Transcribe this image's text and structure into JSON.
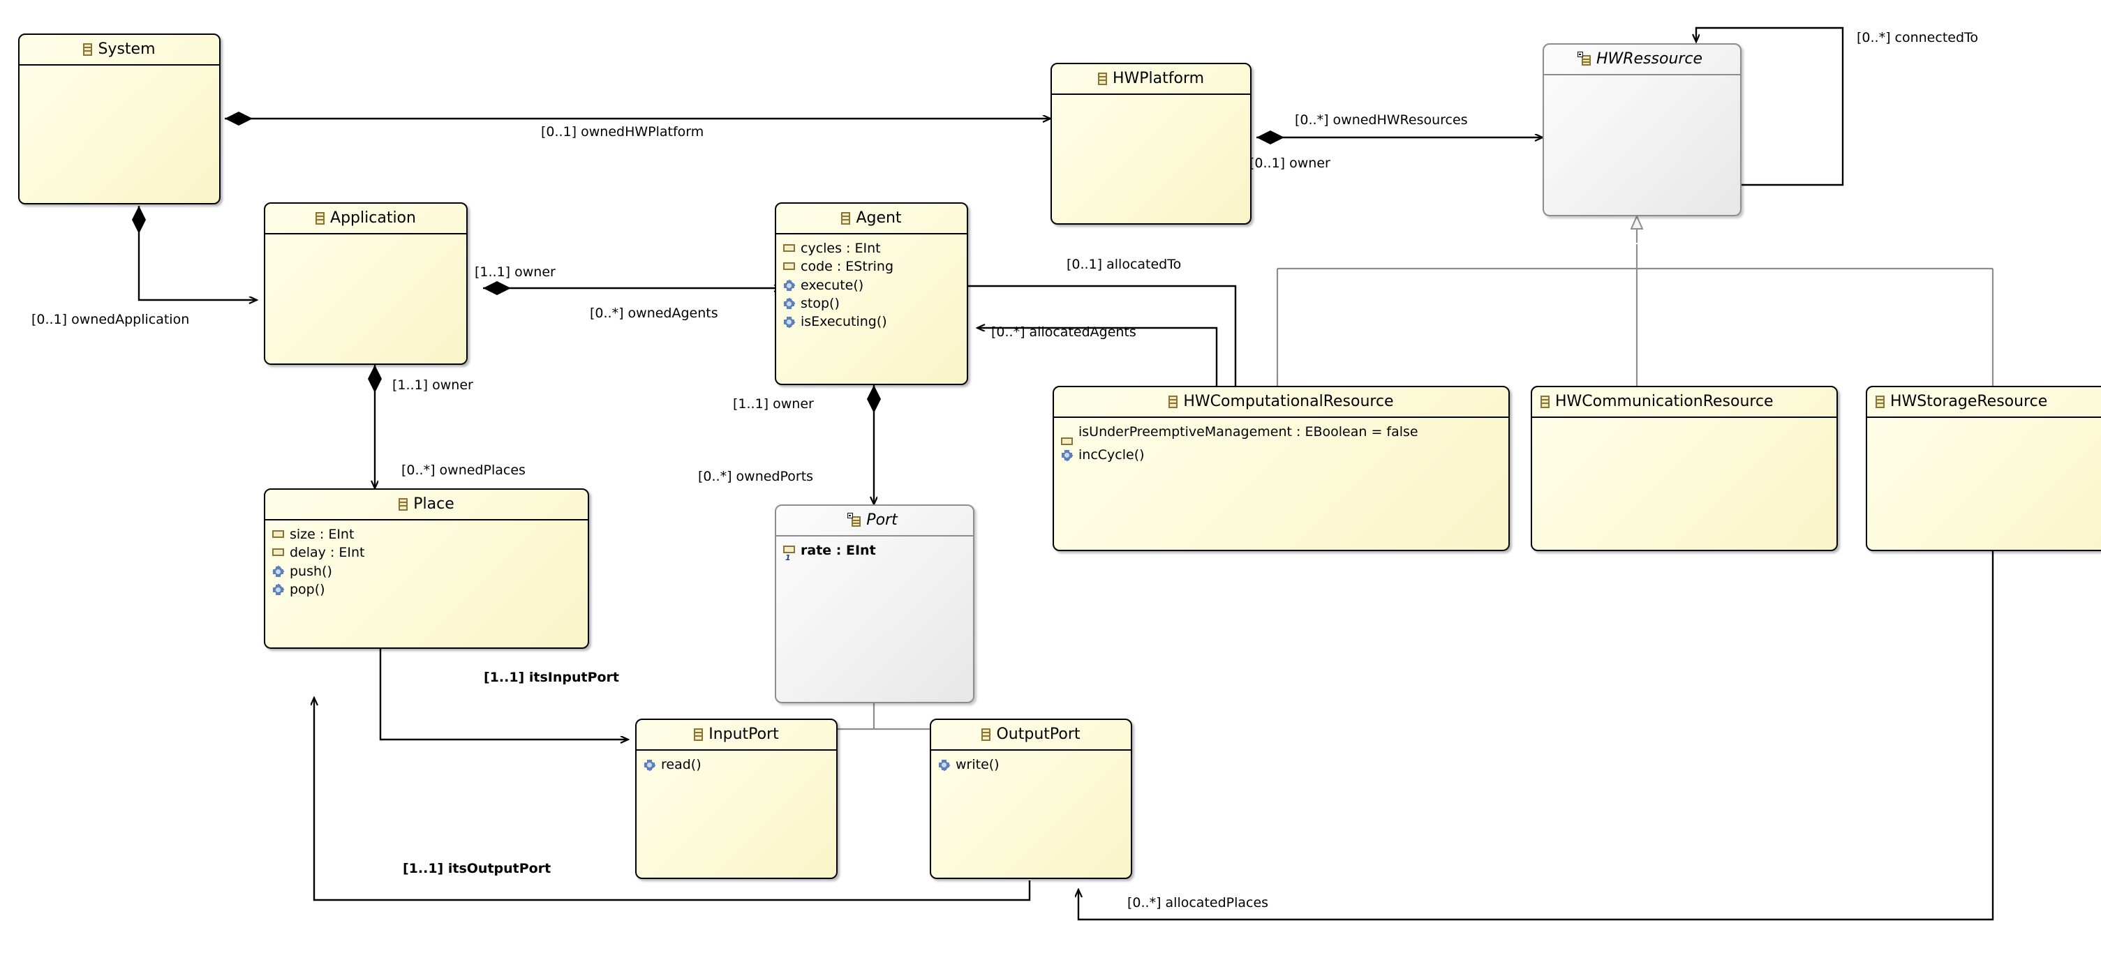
{
  "diagram": {
    "kind": "uml-class-diagram",
    "colors": {
      "class_fill": "#fdfbdc",
      "class_border": "#000000",
      "abstract_fill": "#f1f1f1",
      "abstract_border": "#8d8d8d",
      "attribute_icon": "#f2ecc3",
      "operation_icon": "#5d80bb",
      "edge": "#000000",
      "generalization_edge": "#8d8d8d",
      "background": "#ffffff"
    }
  },
  "classes": [
    {
      "id": "system",
      "name": "System",
      "abstract": false,
      "attributes": [],
      "operations": []
    },
    {
      "id": "application",
      "name": "Application",
      "abstract": false,
      "attributes": [],
      "operations": []
    },
    {
      "id": "agent",
      "name": "Agent",
      "abstract": false,
      "attributes": [
        "cycles : EInt",
        "code : EString"
      ],
      "operations": [
        "execute()",
        "stop()",
        "isExecuting()"
      ]
    },
    {
      "id": "place",
      "name": "Place",
      "abstract": false,
      "attributes": [
        "size : EInt",
        "delay : EInt"
      ],
      "operations": [
        "push()",
        "pop()"
      ]
    },
    {
      "id": "port",
      "name": "Port",
      "abstract": true,
      "attributes": [
        "rate : EInt"
      ],
      "operations": []
    },
    {
      "id": "inputport",
      "name": "InputPort",
      "abstract": false,
      "attributes": [],
      "operations": [
        "read()"
      ]
    },
    {
      "id": "outputport",
      "name": "OutputPort",
      "abstract": false,
      "attributes": [],
      "operations": [
        "write()"
      ]
    },
    {
      "id": "hwplatform",
      "name": "HWPlatform",
      "abstract": false,
      "attributes": [],
      "operations": []
    },
    {
      "id": "hwressource",
      "name": "HWRessource",
      "abstract": true,
      "attributes": [],
      "operations": []
    },
    {
      "id": "hwcomputationalresource",
      "name": "HWComputationalResource",
      "abstract": false,
      "attributes": [
        "isUnderPreemptiveManagement : EBoolean = false"
      ],
      "operations": [
        "incCycle()"
      ]
    },
    {
      "id": "hwcommunicationresource",
      "name": "HWCommunicationResource",
      "abstract": false,
      "attributes": [],
      "operations": []
    },
    {
      "id": "hwstorageresource",
      "name": "HWStorageResource",
      "abstract": false,
      "attributes": [],
      "operations": []
    }
  ],
  "labels": {
    "owned_hw_platform": "[0..1] ownedHWPlatform",
    "owned_application": "[0..1] ownedApplication",
    "owner_application_agent": "[1..1] owner",
    "owned_agents": "[0..*] ownedAgents",
    "owner_application_place": "[1..1] owner",
    "owned_places": "[0..*] ownedPlaces",
    "owner_agent_port": "[1..1] owner",
    "owned_ports": "[0..*] ownedPorts",
    "owned_hw_resources": "[0..*] ownedHWResources",
    "owner_hw_platform": "[0..1] owner",
    "connected_to": "[0..*] connectedTo",
    "allocated_to": "[0..1] allocatedTo",
    "allocated_agents": "[0..*] allocatedAgents",
    "its_input_port": "[1..1] itsInputPort",
    "its_output_port": "[1..1] itsOutputPort",
    "allocated_places": "[0..*] allocatedPlaces"
  },
  "class_fields": {
    "agent_cycles": "cycles : EInt",
    "agent_code": "code : EString",
    "agent_execute": "execute()",
    "agent_stop": "stop()",
    "agent_isexecuting": "isExecuting()",
    "place_size": "size : EInt",
    "place_delay": "delay : EInt",
    "place_push": "push()",
    "place_pop": "pop()",
    "port_rate": "rate : EInt",
    "inputport_read": "read()",
    "outputport_write": "write()",
    "hwcr_attr": "isUnderPreemptiveManagement : EBoolean = false",
    "hwcr_inccycle": "incCycle()"
  }
}
